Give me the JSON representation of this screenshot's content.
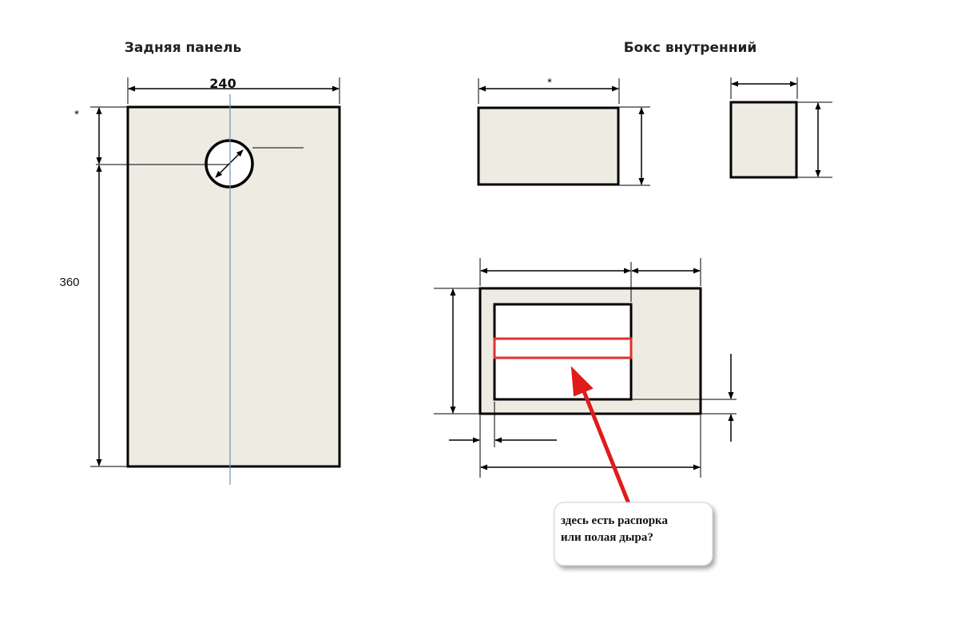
{
  "titles": {
    "back_panel": "Задняя панель",
    "inner_box": "Бокс внутренний"
  },
  "dimensions": {
    "back_width": "240",
    "back_height": "360",
    "back_top_offset": "*",
    "inner_box_width": "*"
  },
  "callout": {
    "line1": "здесь есть распорка",
    "line2": "или полая дыра?"
  },
  "colors": {
    "panel_fill": "#eeebe2",
    "outline": "#000000",
    "center_line": "#6e8fb8",
    "highlight": "#e03030",
    "arrow": "#e11b1b"
  }
}
